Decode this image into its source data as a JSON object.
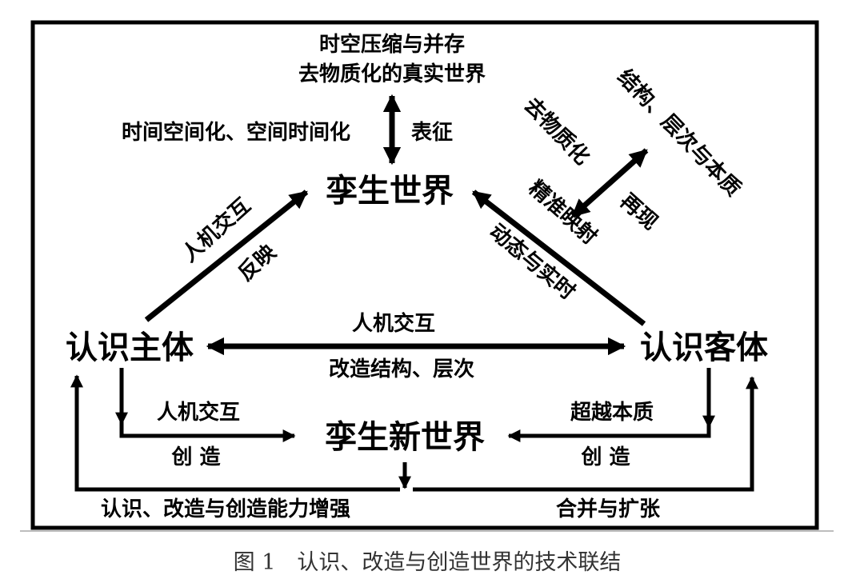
{
  "nodes": {
    "twin_world": "孪生世界",
    "subject": "认识主体",
    "object": "认识客体",
    "new_world": "孪生新世界",
    "top_line1": "时空压缩与并存",
    "top_line2": "去物质化的真实世界",
    "right_top": "结构、层次与本质"
  },
  "labels": {
    "spacetime": "时间空间化、空间时间化",
    "represent": "表征",
    "dematerialize": "去物质化",
    "precise_mapping": "精准映射",
    "reproduce": "再现",
    "dynamic_realtime": "动态与实时",
    "hci_left_diag": "人机交互",
    "reflect": "反映",
    "hci_middle": "人机交互",
    "modify_structure": "改造结构、层次",
    "hci_bottom_left": "人机交互",
    "create_left": "创 造",
    "transcend_essence": "超越本质",
    "create_right": "创 造",
    "enhance_ability": "认识、改造与创造能力增强",
    "merge_expand": "合并与扩张"
  },
  "caption": "图 1　认识、改造与创造世界的技术联结"
}
